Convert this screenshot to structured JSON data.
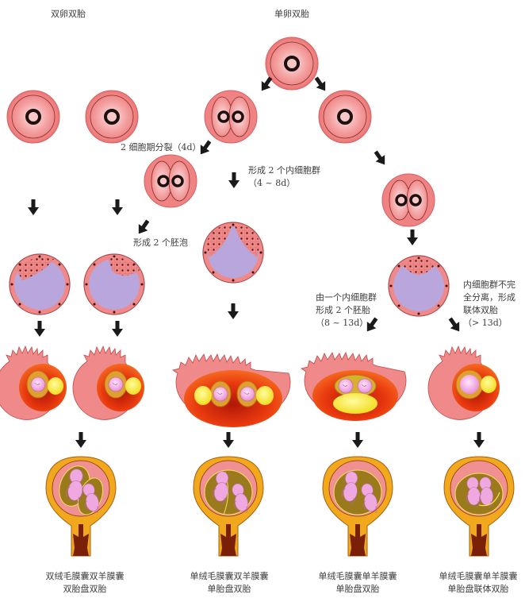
{
  "headings": {
    "dizygotic": "双卵双胎",
    "monozygotic": "单卵双胎"
  },
  "annotations": {
    "two_cell_split": "2 细胞期分裂（4d）",
    "two_blastocysts": "形成 2 个胚泡",
    "two_icm_line1": "形成 2 个内细胞群",
    "two_icm_line2": "（4 ~ 8d）",
    "one_icm_line1": "由一个内细胞群",
    "one_icm_line2": "形成 2 个胚胎",
    "one_icm_line3": "（8 ~ 13d）",
    "incomplete_line1": "内细胞群不完",
    "incomplete_line2": "全分离，形成",
    "incomplete_line3": "联体双胎",
    "incomplete_line4": "（> 13d）"
  },
  "outcomes": [
    {
      "line1": "双绒毛膜囊双羊膜囊",
      "line2": "双胎盘双胎"
    },
    {
      "line1": "单绒毛膜囊双羊膜囊",
      "line2": "单胎盘双胎"
    },
    {
      "line1": "单绒毛膜囊单羊膜囊",
      "line2": "单胎盘双胎"
    },
    {
      "line1": "单绒毛膜囊单羊膜囊",
      "line2": "单胎盘联体双胎"
    }
  ],
  "colors": {
    "zygote": "#ef7f7f",
    "zygote_center": "#fbd3d3",
    "blastocoel": "#b8a6dc",
    "trophoblast": "#f08a8a",
    "decidua_dark": "#d8260e",
    "decidua": "#f2501a",
    "yolk": "#f5ea3a",
    "amnion": "#e0a030",
    "uterus": "#f2a81c",
    "uterus_inner": "#f09090",
    "amniotic_sac": "#9a7a1c",
    "fetus": "#f0a8e0",
    "cervix": "#7a2008",
    "arrow": "#1a1a1a"
  }
}
